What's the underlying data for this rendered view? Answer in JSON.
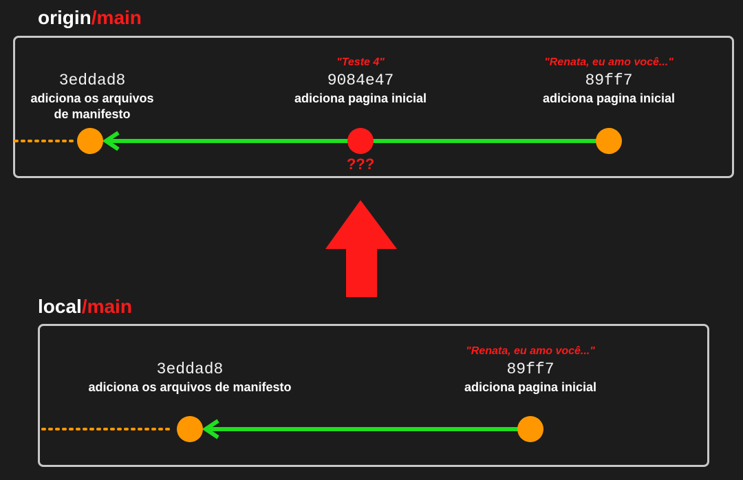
{
  "origin": {
    "title_prefix": "origin",
    "title_suffix": "/main",
    "commits": [
      {
        "hash": "3eddad8",
        "message_line1": "adiciona os arquivos",
        "message_line2": "de manifesto",
        "note": ""
      },
      {
        "hash": "9084e47",
        "message_line1": "adiciona pagina inicial",
        "message_line2": "",
        "note": "\"Teste 4\""
      },
      {
        "hash": "89ff7",
        "message_line1": "adiciona pagina inicial",
        "message_line2": "",
        "note": "\"Renata, eu amo você...\""
      }
    ],
    "unknown_marker": "???"
  },
  "local": {
    "title_prefix": "local",
    "title_suffix": "/main",
    "commits": [
      {
        "hash": "3eddad8",
        "message_line1": "adiciona os arquivos de manifesto",
        "note": ""
      },
      {
        "hash": "89ff7",
        "message_line1": "adiciona pagina inicial",
        "note": "\"Renata, eu amo você...\""
      }
    ]
  },
  "colors": {
    "commit_node": "#ff9800",
    "conflict_node": "#ff1a1a",
    "arrow_line": "#1fe01f",
    "push_arrow": "#ff1a1a",
    "panel_border": "#c8c8c8",
    "accent_text": "#ff1a1a"
  }
}
